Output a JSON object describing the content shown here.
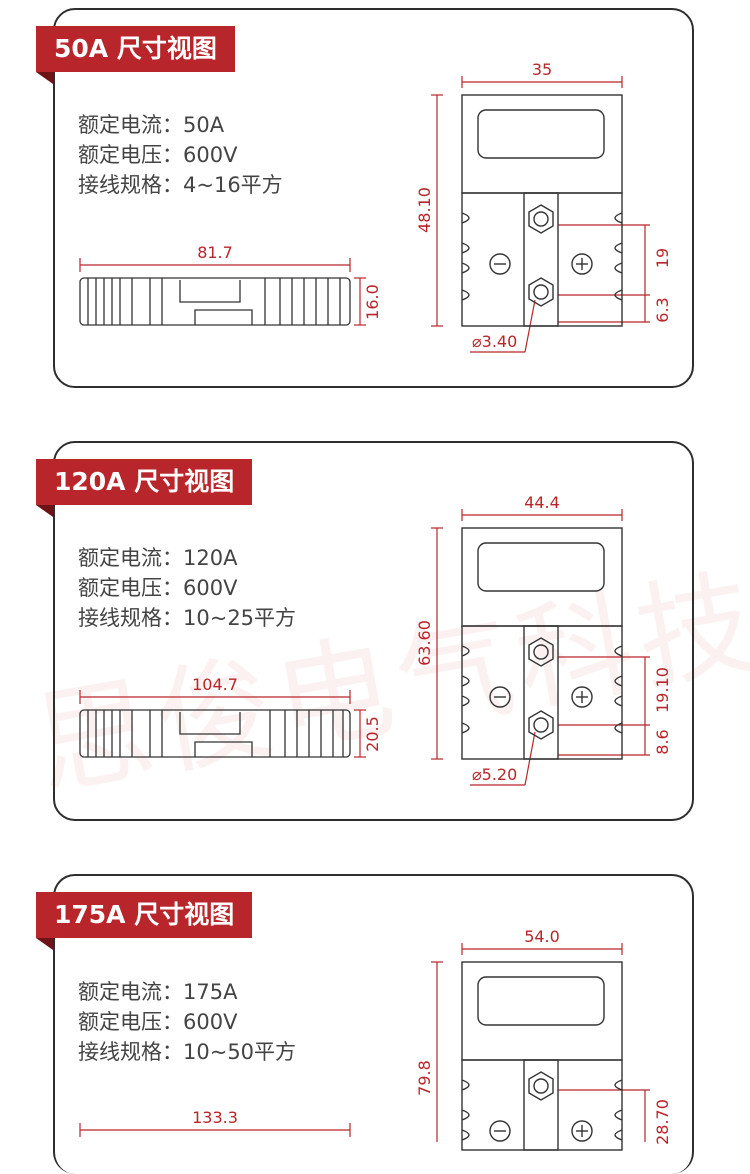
{
  "watermark": "思俊电气科技",
  "label_specs": {
    "current": "额定电流：",
    "voltage": "额定电压：",
    "wiring": "接线规格："
  },
  "sections": [
    {
      "title": "50A 尺寸视图",
      "current": "50A",
      "voltage": "600V",
      "wiring": "4~16平方",
      "side_length": "81.7",
      "side_height": "16.0",
      "front_width": "35",
      "front_height": "48.10",
      "spacing_big": "19",
      "spacing_small": "6.3",
      "hole_dia": "3.40"
    },
    {
      "title": "120A 尺寸视图",
      "current": "120A",
      "voltage": "600V",
      "wiring": "10~25平方",
      "side_length": "104.7",
      "side_height": "20.5",
      "front_width": "44.4",
      "front_height": "63.60",
      "spacing_big": "19.10",
      "spacing_small": "8.6",
      "hole_dia": "5.20"
    },
    {
      "title": "175A 尺寸视图",
      "current": "175A",
      "voltage": "600V",
      "wiring": "10~50平方",
      "side_length": "133.3",
      "front_width": "54.0",
      "front_height": "79.8",
      "spacing_big": "28.70"
    }
  ]
}
